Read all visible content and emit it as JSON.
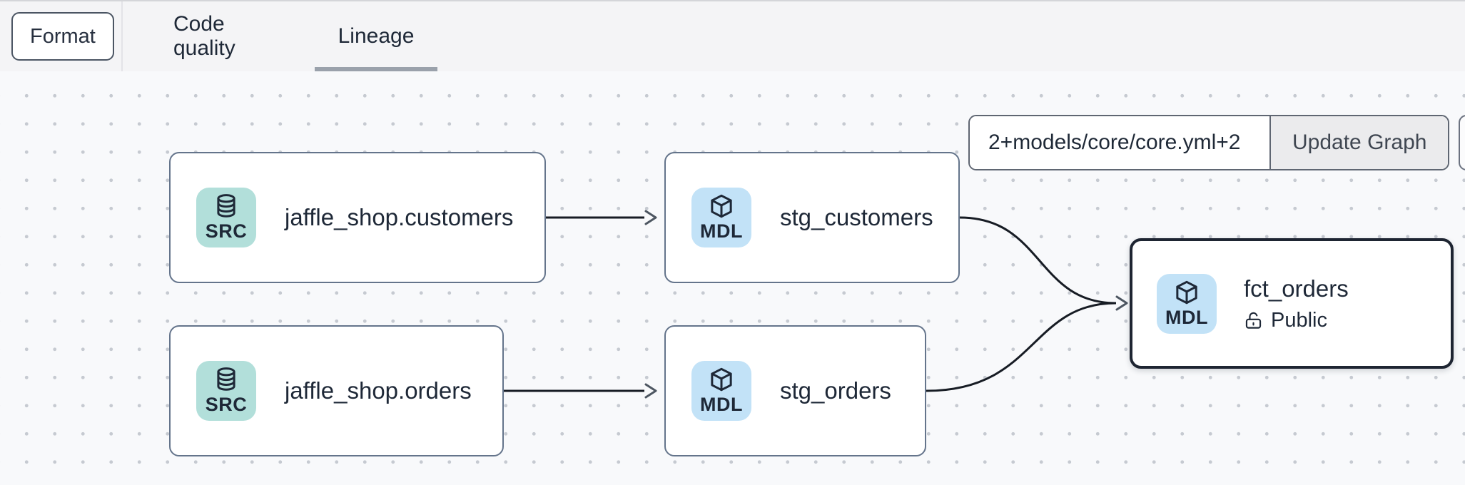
{
  "header": {
    "format_button": "Format",
    "tabs": [
      {
        "label": "Code quality",
        "active": false
      },
      {
        "label": "Lineage",
        "active": true
      }
    ]
  },
  "controls": {
    "selector_value": "2+models/core/core.yml+2",
    "update_button": "Update Graph"
  },
  "graph": {
    "nodes": [
      {
        "label": "jaffle_shop.customers",
        "type": "SRC",
        "kind": "source",
        "selected": false
      },
      {
        "label": "stg_customers",
        "type": "MDL",
        "kind": "model",
        "selected": false
      },
      {
        "label": "jaffle_shop.orders",
        "type": "SRC",
        "kind": "source",
        "selected": false
      },
      {
        "label": "stg_orders",
        "type": "MDL",
        "kind": "model",
        "selected": false
      },
      {
        "label": "fct_orders",
        "type": "MDL",
        "kind": "model",
        "access": "Public",
        "selected": true
      }
    ],
    "edges": [
      {
        "from": "jaffle_shop.customers",
        "to": "stg_customers"
      },
      {
        "from": "jaffle_shop.orders",
        "to": "stg_orders"
      },
      {
        "from": "stg_customers",
        "to": "fct_orders"
      },
      {
        "from": "stg_orders",
        "to": "fct_orders"
      }
    ]
  },
  "colors": {
    "source_tile": "#b2dfda",
    "model_tile": "#c2e2f7",
    "node_border": "#64748b",
    "selected_node_border": "#1e2532",
    "edge": "#171c24",
    "arrowhead": "#4d5661",
    "tab_underline": "#9aa1ab",
    "topbar_bg": "#f4f4f6",
    "canvas_bg": "#f8f9fb",
    "text": "#1e2837"
  }
}
